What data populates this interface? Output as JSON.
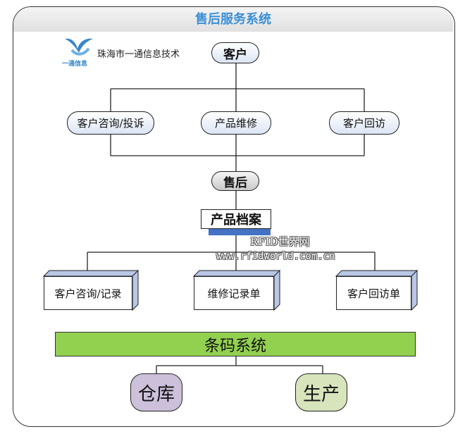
{
  "header": {
    "title": "售后服务系统"
  },
  "logo": {
    "company": "珠海市一通信息技术",
    "mark_text": "一通信息"
  },
  "nodes": {
    "customer": "客户",
    "consult_complaint": "客户咨询/投诉",
    "product_repair": "产品维修",
    "customer_visit": "客户回访",
    "after_sales": "售后",
    "product_archive": "产品档案",
    "consult_record": "客户咨询/记录",
    "repair_sheet": "维修记录单",
    "visit_sheet": "客户回访单",
    "barcode_system": "条码系统",
    "warehouse": "仓库",
    "production": "生产"
  },
  "watermark": {
    "line1": "RFID世界网",
    "line2": "www.rfidworld.com.cn"
  },
  "colors": {
    "title": "#3b8fd6",
    "barcode_bar": "#92d050",
    "warehouse": "#ccc0da",
    "production": "#d7e4bc",
    "box_side": "#b8c7e6",
    "archive_shadow": "#4472c4"
  }
}
